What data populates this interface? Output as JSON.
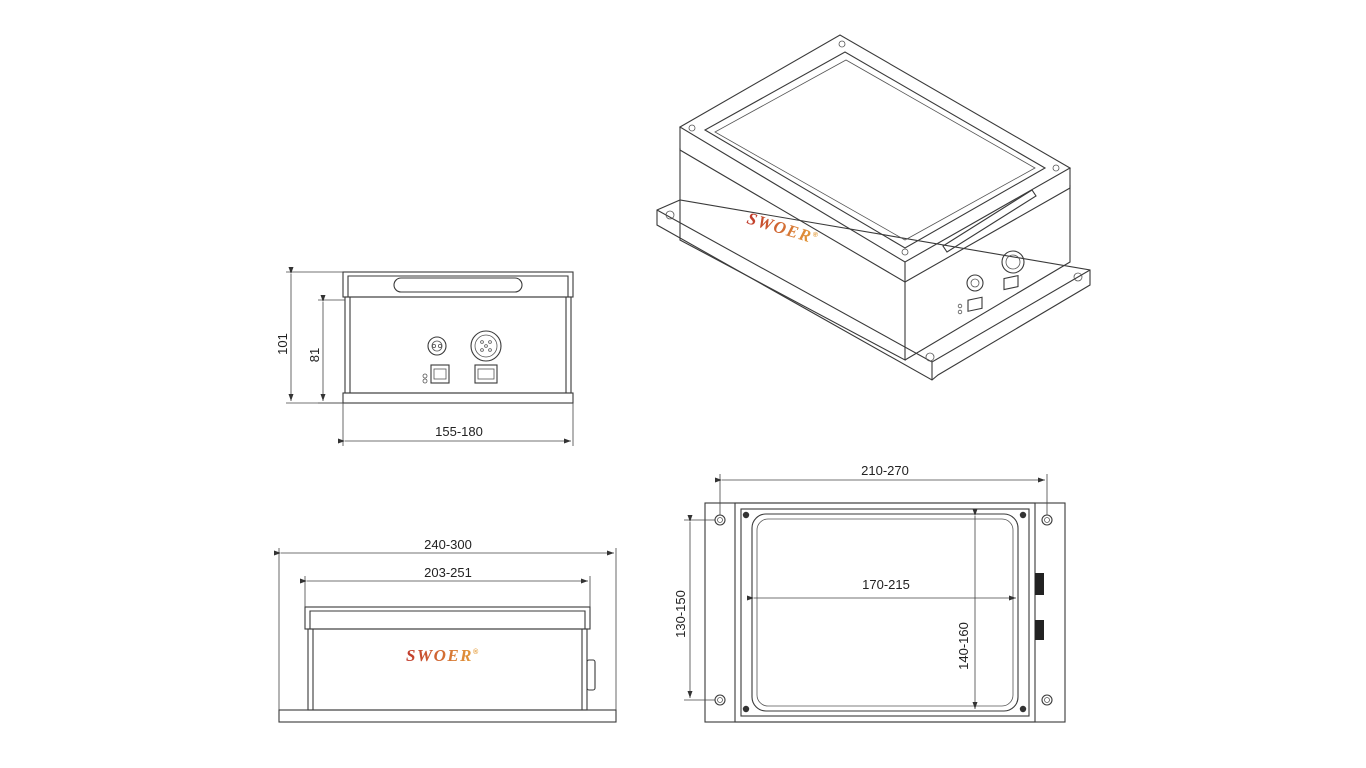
{
  "brand": {
    "name": "SWOER",
    "registered_mark": "®",
    "color_start": "#c0392b",
    "color_end": "#e6a23c"
  },
  "dimensions": {
    "front_total_height": "101",
    "front_body_height": "81",
    "front_width": "155-180",
    "side_total_length": "240-300",
    "side_top_length": "203-251",
    "top_hole_spacing_x": "210-270",
    "top_hole_spacing_y": "130-150",
    "top_window_width": "170-215",
    "top_window_height": "140-160"
  },
  "colors": {
    "line": "#3a3a3a",
    "background": "#ffffff"
  }
}
